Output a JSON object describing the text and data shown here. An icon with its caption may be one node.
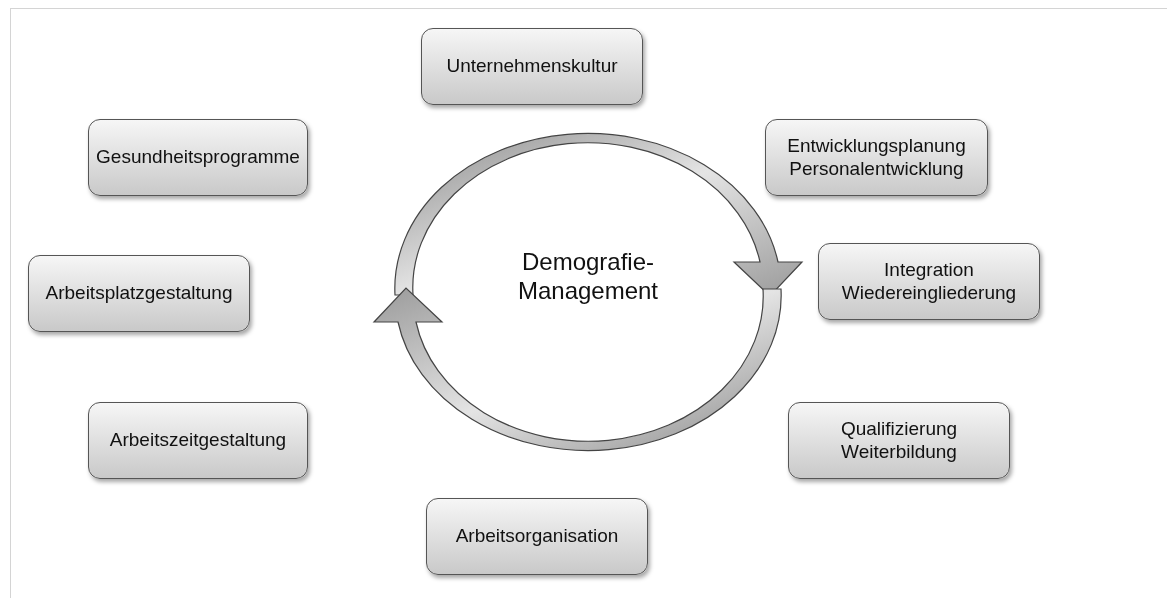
{
  "diagram": {
    "nodes": [
      {
        "text": [
          "Unternehmenskultur"
        ]
      },
      {
        "text": [
          "Gesundheitsprogramme"
        ]
      },
      {
        "text": [
          "Entwicklungsplanung Personalentwicklung"
        ]
      },
      {
        "text": [
          "Integration Wiedereingliederung"
        ]
      },
      {
        "text": [
          "Arbeitsplatzgestaltung"
        ]
      },
      {
        "text": [
          "Arbeitszeitgestaltung"
        ]
      },
      {
        "text": [
          "Qualifizierung Weiterbildung"
        ]
      },
      {
        "text": [
          "Arbeitsorganisation"
        ]
      }
    ],
    "labels": [
      "Demografie- Management"
    ]
  }
}
